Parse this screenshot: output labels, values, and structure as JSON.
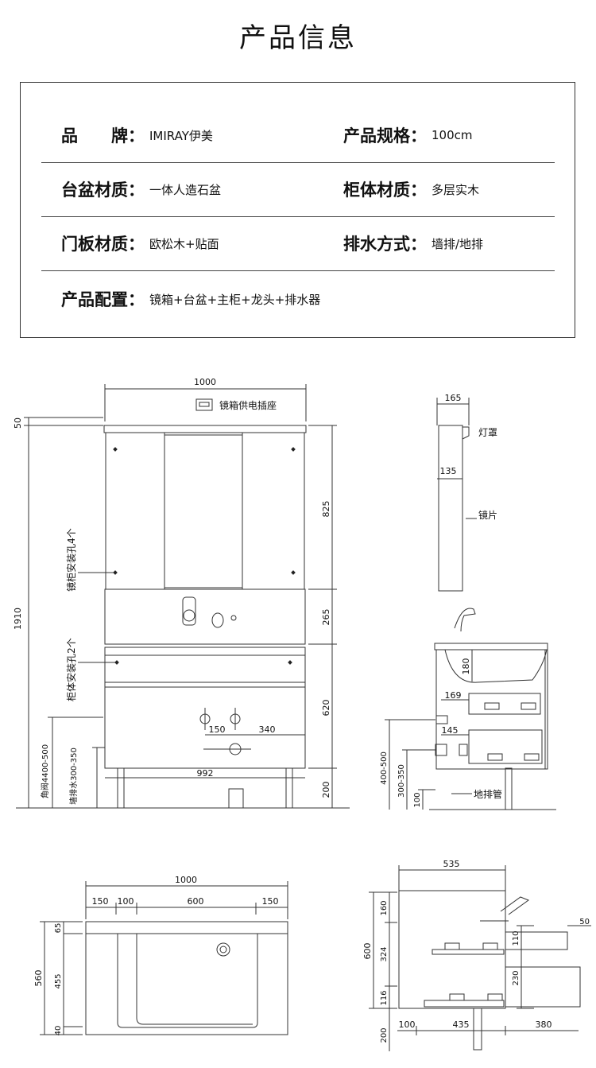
{
  "title": "产品信息",
  "specs": [
    [
      {
        "label": "品　　牌：",
        "value": "IMIRAY伊美"
      },
      {
        "label": "产品规格：",
        "value": "100cm"
      }
    ],
    [
      {
        "label": "台盆材质：",
        "value": "一体人造石盆"
      },
      {
        "label": "柜体材质：",
        "value": "多层实木"
      }
    ],
    [
      {
        "label": "门板材质：",
        "value": "欧松木+贴面"
      },
      {
        "label": "排水方式：",
        "value": "墙排/地排"
      }
    ],
    [
      {
        "label": "产品配置：",
        "value": "镜箱+台盆+主柜+龙头+排水器"
      }
    ]
  ],
  "front": {
    "width": "1000",
    "socket": "镜箱供电插座",
    "top_gap": "50",
    "total_height": "1910",
    "mirror_h": "825",
    "basin_h": "265",
    "cabinet_h": "620",
    "leg_h": "200",
    "faucet_gap": "150",
    "faucet_offset": "340",
    "bottom_w": "992",
    "mirror_holes": "镜柜安装孔4个",
    "cabinet_holes": "柜体安装孔2个",
    "valve_h": "角阀4400-500",
    "wall_drain_h": "墙排水300-350"
  },
  "side": {
    "depth": "165",
    "lamp": "灯罩",
    "mirror_depth": "135",
    "mirror": "镜片",
    "basin_h": "180",
    "d169": "169",
    "d145": "145",
    "valve_h": "400-500",
    "drain_h": "300-350",
    "leg": "100",
    "floor_drain": "地排管"
  },
  "top": {
    "width": "1000",
    "segments": [
      "150",
      "100",
      "600",
      "150"
    ],
    "depth": "560",
    "rows": [
      "65",
      "455",
      "40"
    ]
  },
  "section": {
    "depth": "535",
    "h": "600",
    "rows": [
      "160",
      "324",
      "116"
    ],
    "leg": "200",
    "d110": "110",
    "d230": "230",
    "d50": "50",
    "bottom": [
      "100",
      "435",
      "380"
    ]
  }
}
